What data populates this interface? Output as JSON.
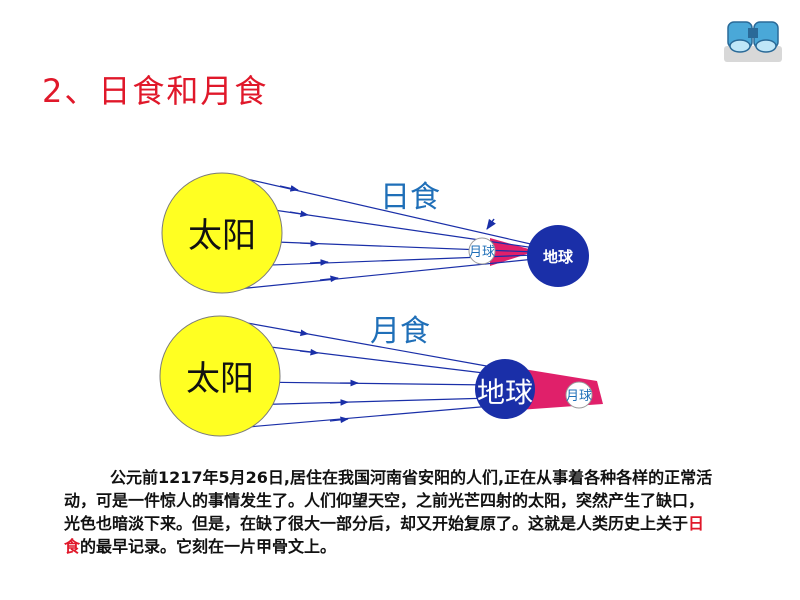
{
  "title": "2、日食和月食",
  "icon": "binoculars-icon",
  "diagram": {
    "eclipse_solar": {
      "label": "日食",
      "sun": "太阳",
      "moon": "月球",
      "earth": "地球"
    },
    "eclipse_lunar": {
      "label": "月食",
      "sun": "太阳",
      "moon": "月球",
      "earth": "地球"
    }
  },
  "paragraph": {
    "part1": "公元前1217年5月26日,居住在我国河南省安阳的人们,正在从事着各种各样的正常活动，可是一件惊人的事情发生了。人们仰望天空，之前光芒四射的太阳，突然产生了缺口，光色也暗淡下来。但是，在缺了很大一部分后，却又开始复原了。这就是人类历史上关于",
    "highlight": "日食",
    "part2": "的最早记录。它刻在一片甲骨文上。"
  },
  "colors": {
    "sun": "#ffff22",
    "earth": "#1a2fa8",
    "shadow": "#e0206a",
    "title": "#e0182a",
    "label": "#1f6fb8"
  }
}
